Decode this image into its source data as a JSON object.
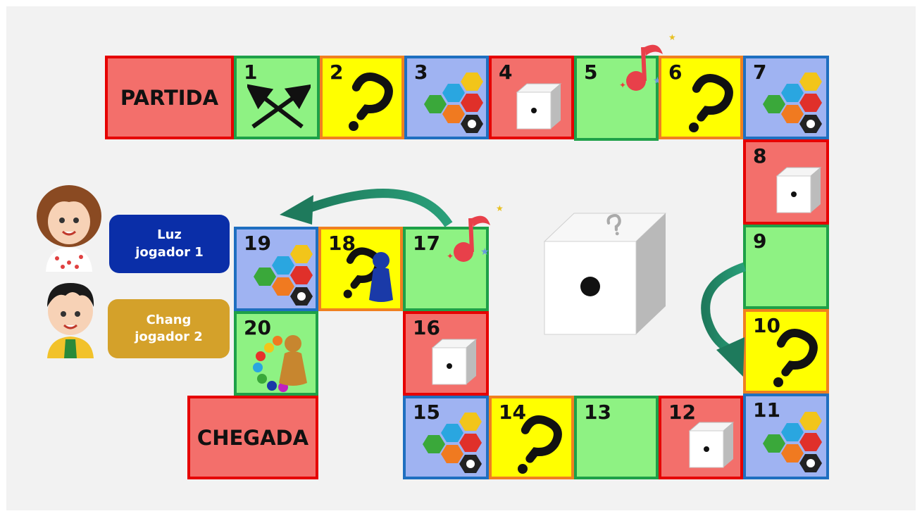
{
  "board": {
    "start_label": "PARTIDA",
    "finish_label": "CHEGADA",
    "tiles": [
      {
        "n": "1",
        "type": "crossed-arrows"
      },
      {
        "n": "2",
        "type": "question"
      },
      {
        "n": "3",
        "type": "categories"
      },
      {
        "n": "4",
        "type": "dice"
      },
      {
        "n": "5",
        "type": "music"
      },
      {
        "n": "6",
        "type": "question"
      },
      {
        "n": "7",
        "type": "categories"
      },
      {
        "n": "8",
        "type": "dice"
      },
      {
        "n": "9",
        "type": "empty"
      },
      {
        "n": "10",
        "type": "question"
      },
      {
        "n": "11",
        "type": "categories"
      },
      {
        "n": "12",
        "type": "dice"
      },
      {
        "n": "13",
        "type": "empty"
      },
      {
        "n": "14",
        "type": "question"
      },
      {
        "n": "15",
        "type": "categories"
      },
      {
        "n": "16",
        "type": "dice"
      },
      {
        "n": "17",
        "type": "music"
      },
      {
        "n": "18",
        "type": "question-with-pawn"
      },
      {
        "n": "19",
        "type": "categories"
      },
      {
        "n": "20",
        "type": "hands-pawn"
      }
    ],
    "colors": {
      "red": "#f36f6b",
      "green": "#8ef283",
      "yellow": "#ffff00",
      "blue": "#9fb3f2"
    }
  },
  "players": [
    {
      "name": "Luz",
      "role": "jogador 1",
      "color": "#0a2ea8",
      "avatar": "girl-avatar"
    },
    {
      "name": "Chang",
      "role": "jogador 2",
      "color": "#d4a12a",
      "avatar": "boy-avatar"
    }
  ],
  "dice": {
    "face_value": 1,
    "icon": "question-dice-icon"
  }
}
